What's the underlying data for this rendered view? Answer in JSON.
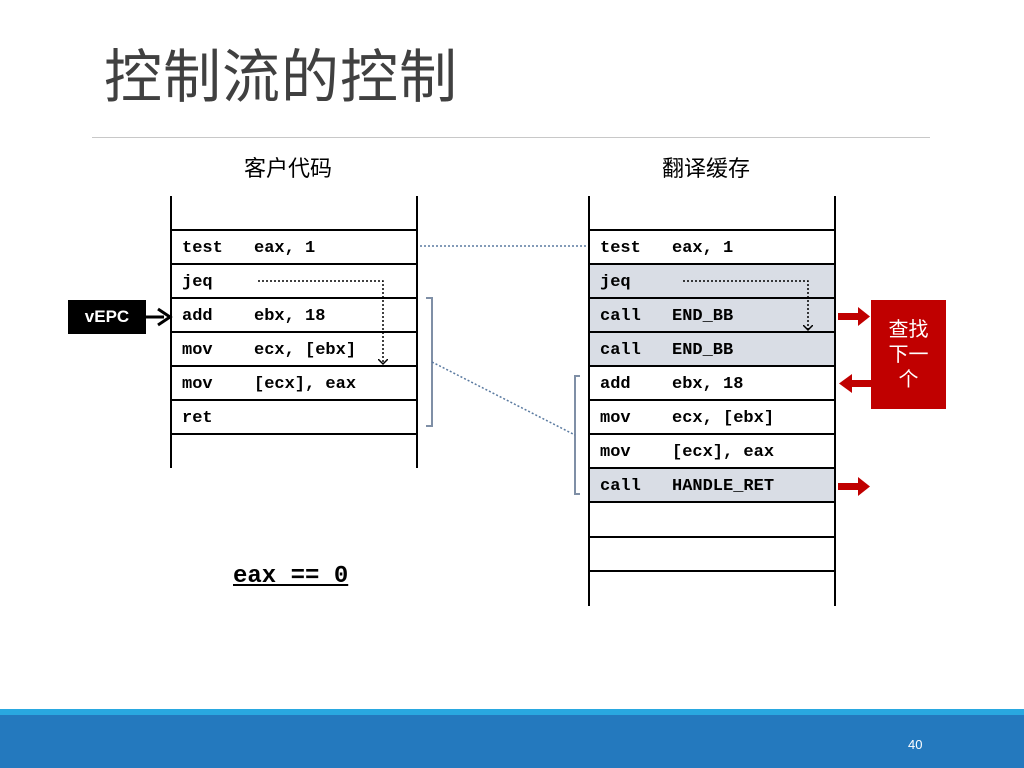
{
  "title": "控制流的控制",
  "guest_code": {
    "header": "客户代码",
    "rows": [
      {
        "op": "test",
        "args": "eax, 1"
      },
      {
        "op": "jeq",
        "args": ""
      },
      {
        "op": "add",
        "args": "ebx, 18"
      },
      {
        "op": "mov",
        "args": "ecx, [ebx]"
      },
      {
        "op": "mov",
        "args": "[ecx], eax"
      },
      {
        "op": "ret",
        "args": ""
      }
    ]
  },
  "translation_cache": {
    "header": "翻译缓存",
    "rows": [
      {
        "op": "test",
        "args": "eax, 1",
        "highlighted": false
      },
      {
        "op": "jeq",
        "args": "",
        "highlighted": true
      },
      {
        "op": "call",
        "args": "END_BB",
        "highlighted": true
      },
      {
        "op": "call",
        "args": "END_BB",
        "highlighted": true
      },
      {
        "op": "add",
        "args": "ebx, 18",
        "highlighted": false
      },
      {
        "op": "mov",
        "args": "ecx, [ebx]",
        "highlighted": false
      },
      {
        "op": "mov",
        "args": "[ecx], eax",
        "highlighted": false
      },
      {
        "op": "call",
        "args": "HANDLE_RET",
        "highlighted": true
      }
    ]
  },
  "vepc_label": "vEPC",
  "lookup_label": "查找下一个",
  "condition": "eax == 0",
  "page_number": "40",
  "colors": {
    "highlight_row": "#d9dde5",
    "lookup_box": "#c00000",
    "arrow_red": "#c00000",
    "connector_dotted": "#5a7aa0",
    "bracket": "#7f8fa6",
    "footer_bar": "#2479be",
    "footer_stripe": "#29a8e0"
  }
}
